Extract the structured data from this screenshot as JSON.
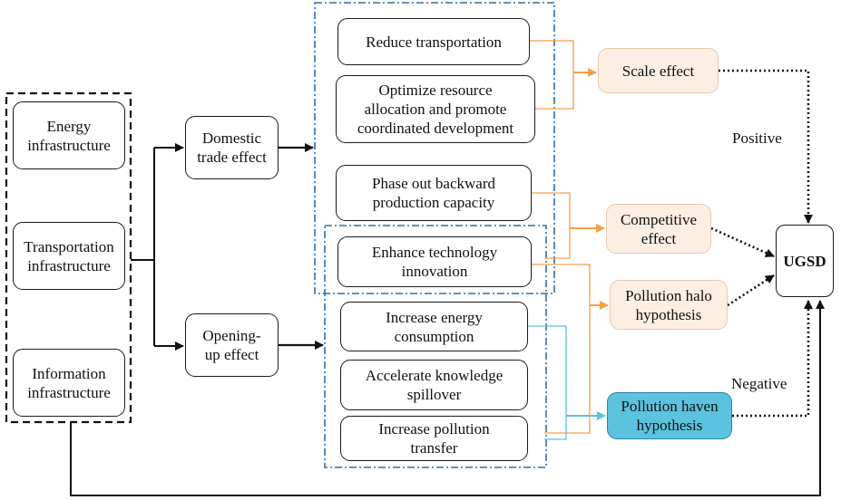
{
  "infrastructure": {
    "energy": [
      "Energy",
      "infrastructure"
    ],
    "transportation": [
      "Transportation",
      "infrastructure"
    ],
    "information": [
      "Information",
      "infrastructure"
    ]
  },
  "effects": {
    "domestic": [
      "Domestic",
      "trade effect"
    ],
    "opening": [
      "Opening-",
      "up effect"
    ]
  },
  "mechanisms": {
    "reduce_transport": [
      "Reduce transportation"
    ],
    "optimize": [
      "Optimize resource",
      "allocation and promote",
      "coordinated development"
    ],
    "phase_out": [
      "Phase out backward",
      "production capacity"
    ],
    "technology": [
      "Enhance technology",
      "innovation"
    ],
    "energy_consumption": [
      "Increase energy",
      "consumption"
    ],
    "knowledge": [
      "Accelerate knowledge",
      "spillover"
    ],
    "pollution_transfer": [
      "Increase pollution",
      "transfer"
    ]
  },
  "outcomes": {
    "scale": [
      "Scale effect"
    ],
    "competitive": [
      "Competitive",
      "effect"
    ],
    "halo": [
      "Pollution halo",
      "hypothesis"
    ],
    "haven": [
      "Pollution haven",
      "hypothesis"
    ]
  },
  "target": "UGSD",
  "labels": {
    "positive": "Positive",
    "negative": "Negative"
  },
  "colors": {
    "orange_line": "#f5a04a",
    "blue_line": "#5bc3de",
    "group_border": "#2f6fa6"
  }
}
